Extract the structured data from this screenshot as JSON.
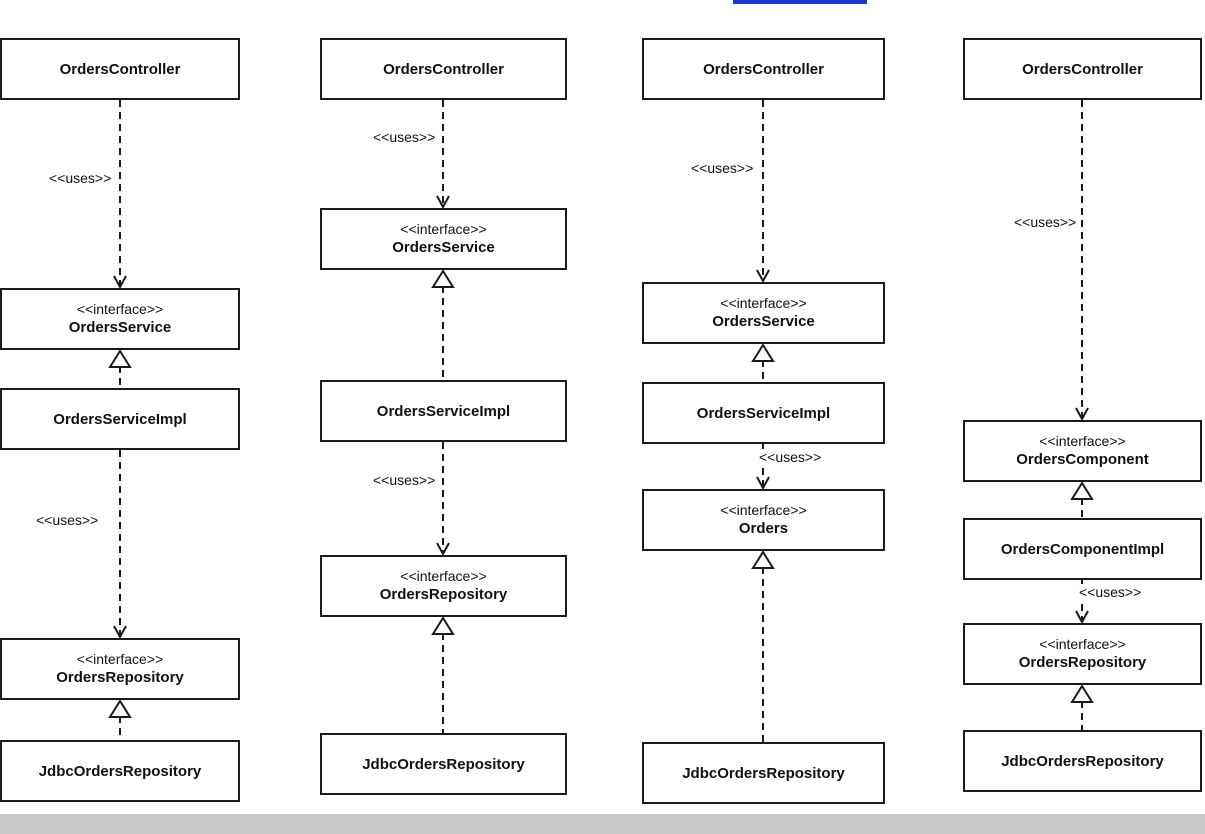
{
  "link": {
    "label": ""
  },
  "columns": [
    {
      "boxes": [
        {
          "stereotype": "",
          "name": "OrdersController"
        },
        {
          "stereotype": "<<interface>>",
          "name": "OrdersService"
        },
        {
          "stereotype": "",
          "name": "OrdersServiceImpl"
        },
        {
          "stereotype": "<<interface>>",
          "name": "OrdersRepository"
        },
        {
          "stereotype": "",
          "name": "JdbcOrdersRepository"
        }
      ],
      "labels": [
        "<<uses>>",
        "<<uses>>"
      ]
    },
    {
      "boxes": [
        {
          "stereotype": "",
          "name": "OrdersController"
        },
        {
          "stereotype": "<<interface>>",
          "name": "OrdersService"
        },
        {
          "stereotype": "",
          "name": "OrdersServiceImpl"
        },
        {
          "stereotype": "<<interface>>",
          "name": "OrdersRepository"
        },
        {
          "stereotype": "",
          "name": "JdbcOrdersRepository"
        }
      ],
      "labels": [
        "<<uses>>",
        "<<uses>>"
      ]
    },
    {
      "boxes": [
        {
          "stereotype": "",
          "name": "OrdersController"
        },
        {
          "stereotype": "<<interface>>",
          "name": "OrdersService"
        },
        {
          "stereotype": "",
          "name": "OrdersServiceImpl"
        },
        {
          "stereotype": "<<interface>>",
          "name": "Orders"
        },
        {
          "stereotype": "",
          "name": "JdbcOrdersRepository"
        }
      ],
      "labels": [
        "<<uses>>",
        "<<uses>>"
      ]
    },
    {
      "boxes": [
        {
          "stereotype": "",
          "name": "OrdersController"
        },
        {
          "stereotype": "<<interface>>",
          "name": "OrdersComponent"
        },
        {
          "stereotype": "",
          "name": "OrdersComponentImpl"
        },
        {
          "stereotype": "<<interface>>",
          "name": "OrdersRepository"
        },
        {
          "stereotype": "",
          "name": "JdbcOrdersRepository"
        }
      ],
      "labels": [
        "<<uses>>",
        "<<uses>>"
      ]
    }
  ]
}
